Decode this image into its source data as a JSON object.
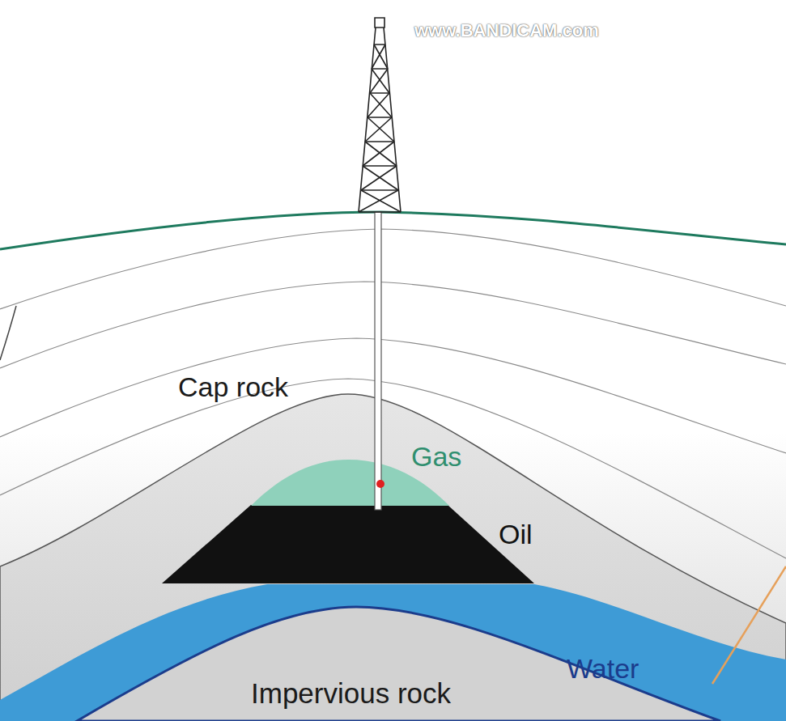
{
  "diagram": {
    "labels": [
      "www.BANDICAM.com",
      "Cap rock",
      "Gas",
      "Oil",
      "Water",
      "Impervious rock"
    ]
  }
}
